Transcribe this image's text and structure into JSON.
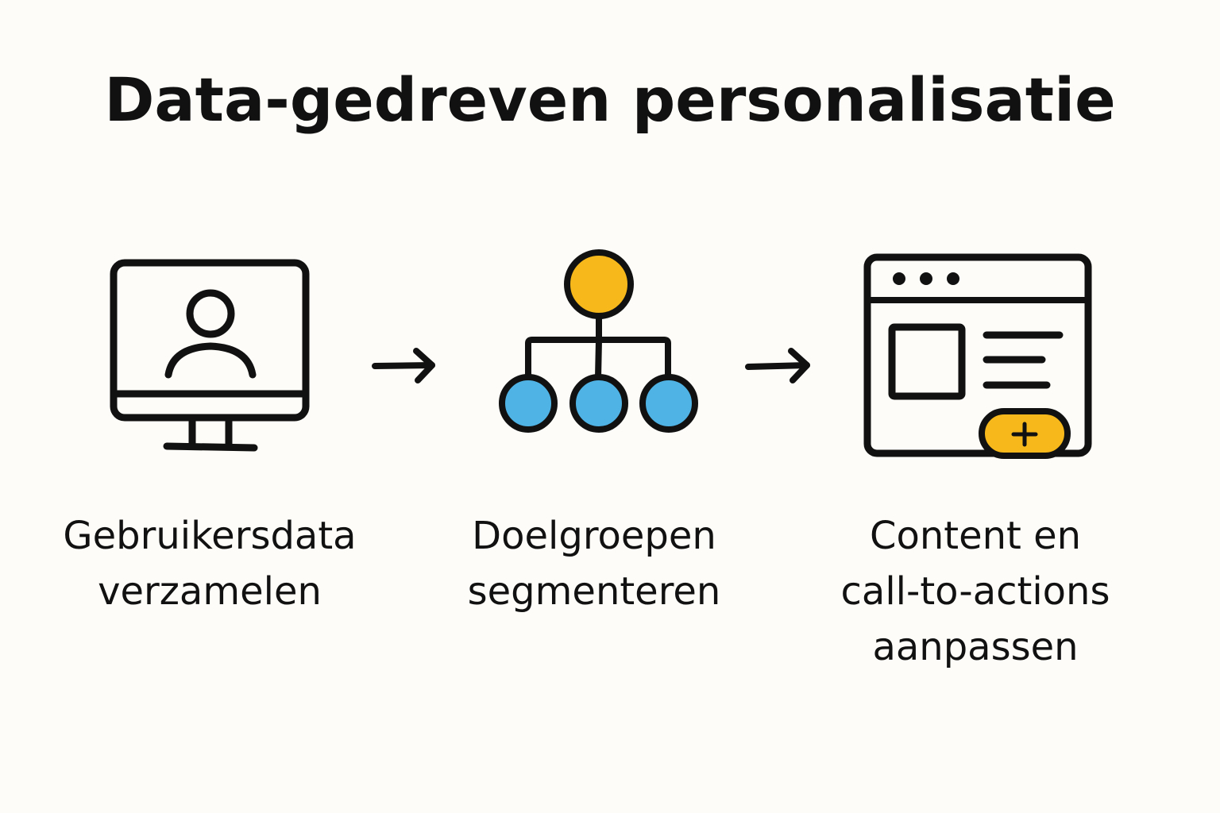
{
  "title": "Data-gedreven personalisatie",
  "colors": {
    "background": "#fdfcf8",
    "stroke": "#111111",
    "accent_yellow": "#f6b81a",
    "accent_blue": "#4fb3e5"
  },
  "steps": [
    {
      "icon": "monitor-user-icon",
      "label_lines": [
        "Gebruikersdata",
        "verzamelen"
      ]
    },
    {
      "icon": "hierarchy-segments-icon",
      "label_lines": [
        "Doelgroepen",
        "segmenteren"
      ]
    },
    {
      "icon": "browser-content-cta-icon",
      "label_lines": [
        "Content en",
        "call-to-actions",
        "aanpassen"
      ]
    }
  ],
  "connectors": [
    "arrow-right-icon",
    "arrow-right-icon"
  ],
  "cta_button_symbol": "+"
}
